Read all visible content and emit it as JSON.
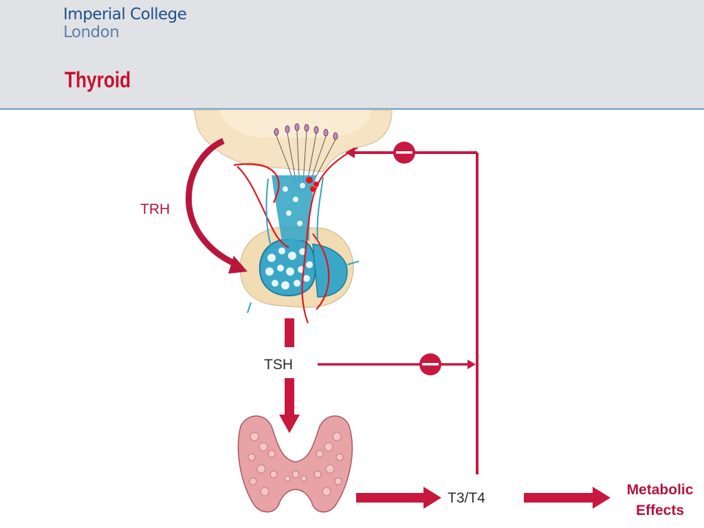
{
  "header": {
    "logo_line1": "Imperial College",
    "logo_line2": "London",
    "title": "Thyroid"
  },
  "labels": {
    "trh": "TRH",
    "tsh": "TSH",
    "t3t4": "T3/T4",
    "metabolic_line1": "Metabolic",
    "metabolic_line2": "Effects"
  },
  "colors": {
    "accent": "#c8102e",
    "arrow": "#c8183e",
    "header_bg": "#e1e2e6",
    "logo_blue": "#1e4f86"
  },
  "icons": {
    "inhibition_top": "minus-circle-icon",
    "inhibition_mid": "minus-circle-icon"
  }
}
